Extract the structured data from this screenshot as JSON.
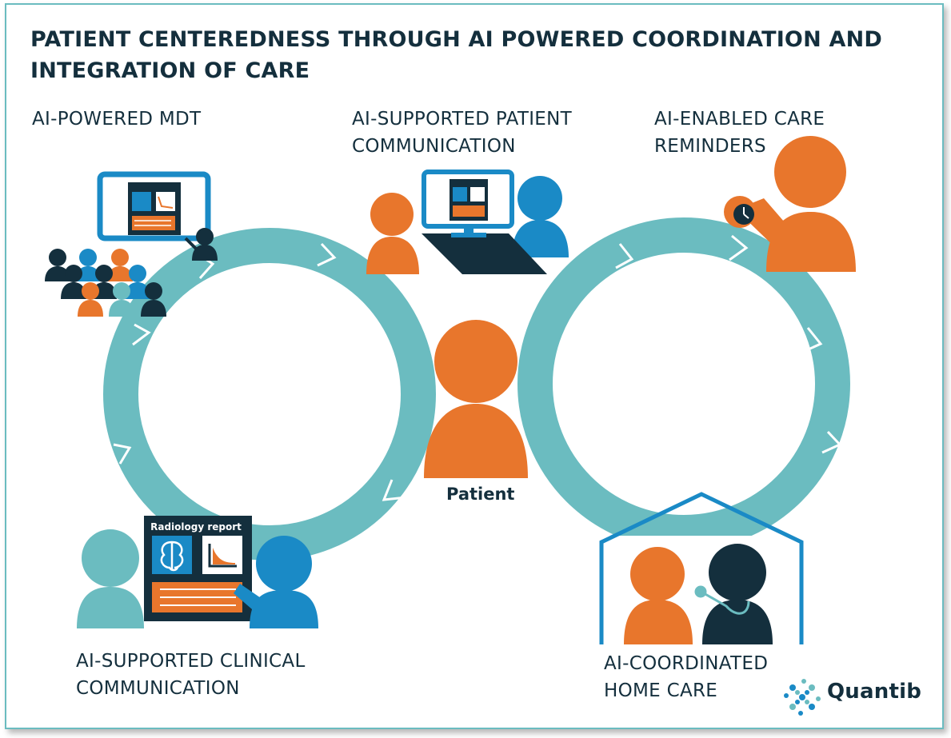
{
  "title": "PATIENT CENTEREDNESS THROUGH AI POWERED COORDINATION AND INTEGRATION OF CARE",
  "nodes": {
    "mdt": "AI-POWERED MDT",
    "patient_communication": "AI-SUPPORTED PATIENT\nCOMMUNICATION",
    "care_reminders": "AI-ENABLED CARE\nREMINDERS",
    "clinical_communication": "AI-SUPPORTED CLINICAL\nCOMMUNICATION",
    "home_care": "AI-COORDINATED\nHOME CARE"
  },
  "center_label": "Patient",
  "report_label": "Radiology report",
  "logo_text": "Quantib",
  "colors": {
    "navy": "#142f3d",
    "orange": "#e8762c",
    "teal": "#6bbcc0",
    "blue": "#1a8ac6",
    "border": "#6bbcc0"
  },
  "icons": [
    "mdt-screen-icon",
    "team-icon",
    "computer-icon",
    "clock-icon",
    "radiology-report-icon",
    "brain-icon",
    "chart-icon",
    "house-icon",
    "stethoscope-icon",
    "quantib-logo-icon"
  ]
}
